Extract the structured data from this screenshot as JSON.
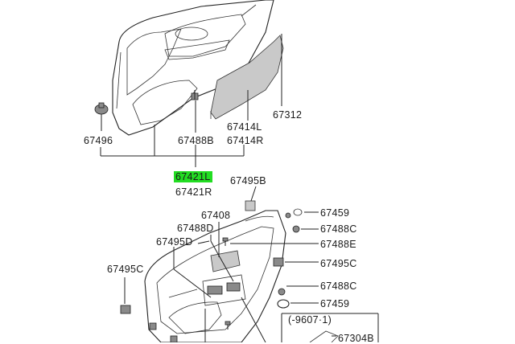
{
  "labels": {
    "p67312": "67312",
    "p67414L": "67414L",
    "p67414R": "67414R",
    "p67496": "67496",
    "p67488B": "67488B",
    "p67421L": "67421L",
    "p67421R": "67421R",
    "p67495B": "67495B",
    "p67459_top": "67459",
    "p67408": "67408",
    "p67488C_top": "67488C",
    "p67488D": "67488D",
    "p67488E": "67488E",
    "p67495D": "67495D",
    "p67495C_left": "67495C",
    "p67495C_right": "67495C",
    "p67488C_bottom": "67488C",
    "p67459_bottom": "67459",
    "date_range": "(-9607·1)",
    "p67304B": "67304B"
  },
  "colors": {
    "highlight": "#22dd22",
    "line": "#222222"
  }
}
